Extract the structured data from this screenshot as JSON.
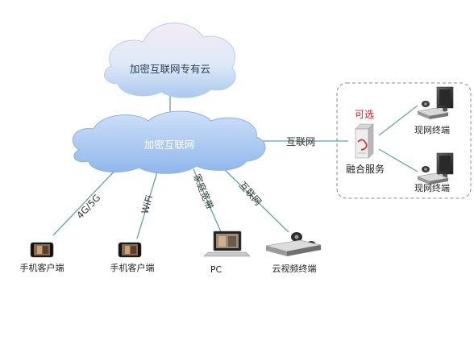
{
  "diagram": {
    "private_cloud_label": "加密互联网专有云",
    "internet_cloud_label": "加密互联网",
    "link_labels": {
      "mobile_4g": "4G/5G",
      "mobile_wifi": "WiFi",
      "pc_link": "家庭宽带",
      "video_link": "互联网",
      "service_link": "互联网"
    },
    "fusion_service": {
      "selectable_label": "可选",
      "name": "融合服务"
    },
    "existing_terminals": [
      {
        "label": "现网终端"
      },
      {
        "label": "现网终端"
      }
    ],
    "clients": [
      {
        "label": "手机客户端"
      },
      {
        "label": "手机客户端"
      },
      {
        "label": "PC"
      },
      {
        "label": "云视频终端"
      }
    ]
  },
  "colors": {
    "cloud_blue": "#9fc3f0",
    "line_teal": "#5fa99a",
    "accent_red": "#e0202a",
    "dashed_border": "#888888"
  }
}
